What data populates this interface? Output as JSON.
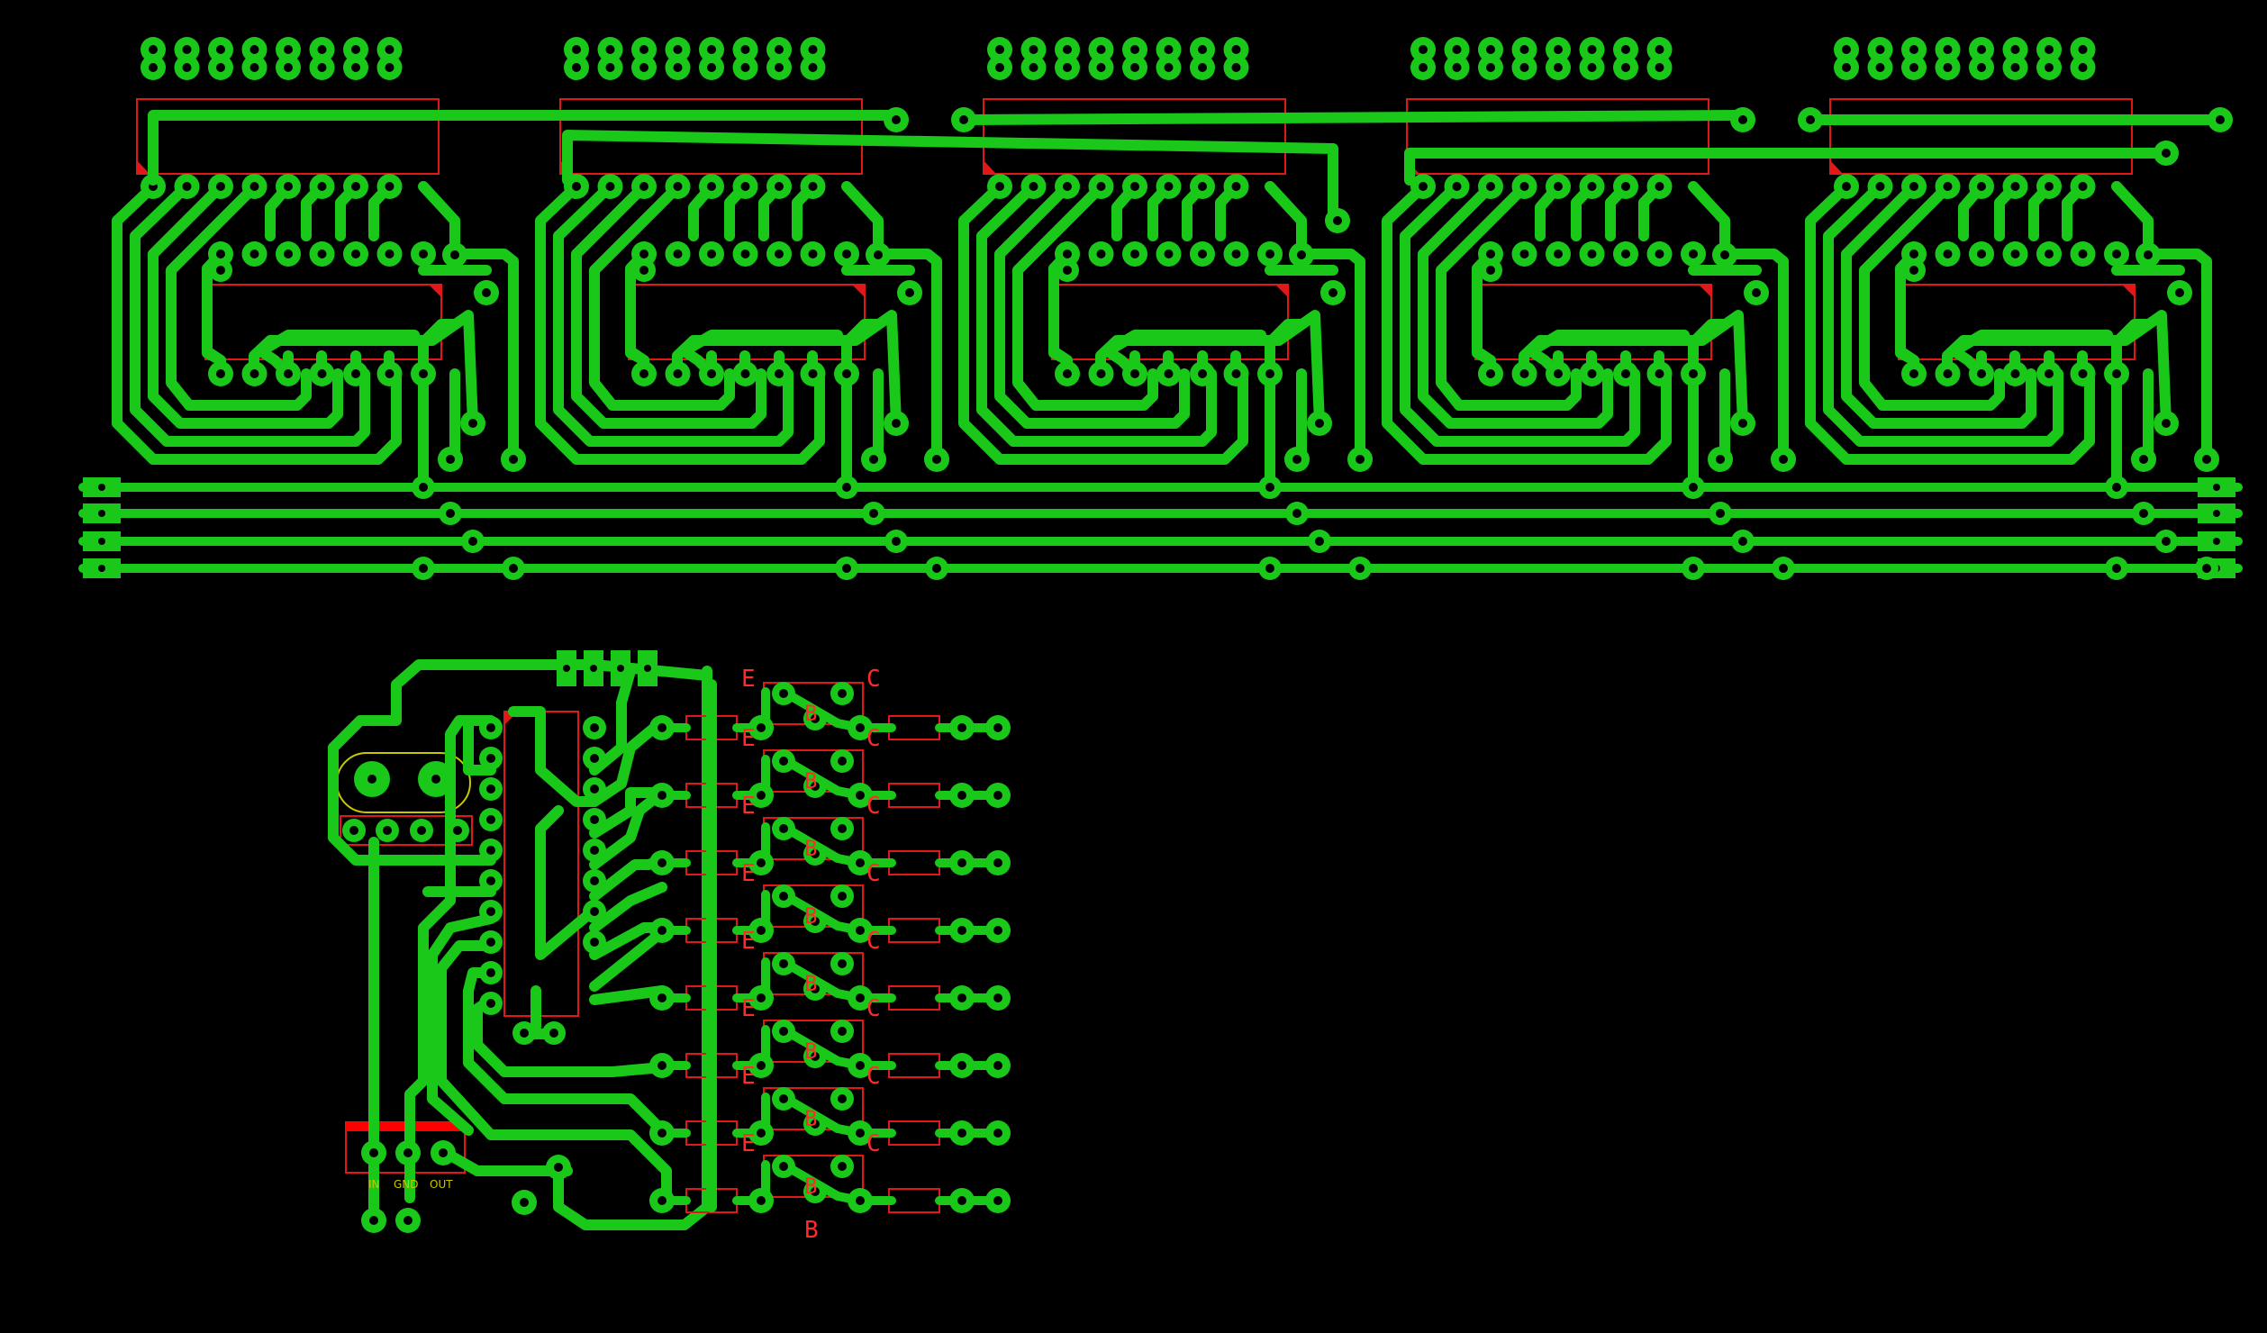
{
  "colors": {
    "background": "#000000",
    "copper": "#19c819",
    "outline": "#e01818",
    "silkscreen": "#c8c800",
    "pad_hole": "#000000"
  },
  "labels": {
    "emitter": "E",
    "base": "B",
    "collector": "C",
    "reg_in": "IN",
    "reg_gnd": "GND",
    "reg_out": "OUT"
  },
  "display_module_count": 5,
  "transistor_driver_count": 8
}
